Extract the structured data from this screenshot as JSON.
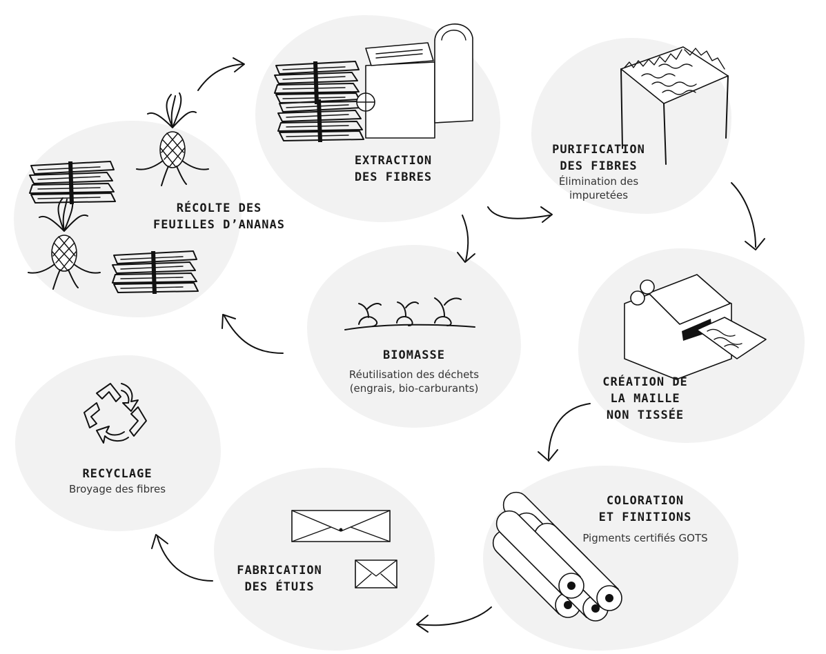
{
  "stages": {
    "harvest": {
      "title": [
        "RÉCOLTE DES",
        "FEUILLES D’ANANAS"
      ]
    },
    "extraction": {
      "title": [
        "EXTRACTION",
        "DES FIBRES"
      ]
    },
    "purification": {
      "title": [
        "PURIFICATION",
        "DES FIBRES"
      ],
      "subtitle": [
        "Élimination des",
        "impuretées"
      ]
    },
    "biomass": {
      "title": [
        "BIOMASSE"
      ],
      "subtitle": [
        "Réutilisation des déchets",
        "(engrais, bio-carburants)"
      ]
    },
    "nonwoven": {
      "title": [
        "CRÉATION DE",
        "LA MAILLE",
        "NON TISSÉE"
      ]
    },
    "coloring": {
      "title": [
        "COLORATION",
        "ET FINITIONS"
      ],
      "subtitle": [
        "Pigments certifiés GOTS"
      ]
    },
    "cases": {
      "title": [
        "FABRICATION",
        "DES ÉTUIS"
      ]
    },
    "recycling": {
      "title": [
        "RECYCLAGE"
      ],
      "subtitle": [
        "Broyage des fibres"
      ]
    }
  },
  "icons": {
    "harvest": "pineapple-leaves-icon",
    "extraction": "fiber-extraction-machine-icon",
    "purification": "purification-tank-icon",
    "biomass": "sprouts-icon",
    "nonwoven": "nonwoven-machine-icon",
    "coloring": "fabric-rolls-icon",
    "cases": "envelope-cases-icon",
    "recycling": "recycle-icon"
  },
  "colors": {
    "blob": "#f2f2f2",
    "ink": "#111111"
  }
}
